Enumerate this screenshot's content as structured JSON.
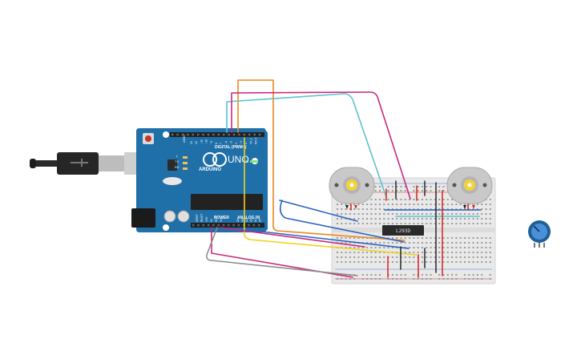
{
  "arduino": {
    "brand": "ARDUINO",
    "model": "UNO",
    "digital_label": "DIGITAL (PWM~)",
    "analog_label": "ANALOG IN",
    "power_label": "POWER",
    "aref_label": "AREF",
    "gnd_label": "GND",
    "tx_label": "TX",
    "rx_label": "RX",
    "l_label": "L",
    "on_label": "ON",
    "ioref_label": "IOREF",
    "reset_label": "RESET",
    "v33_label": "3.3V",
    "v5_label": "5V",
    "vin_label": "Vin",
    "digital_pins": [
      "13",
      "12",
      "~11",
      "~10",
      "~9",
      "8",
      "7",
      "~6",
      "~5",
      "4",
      "~3",
      "2",
      "TX 1",
      "RX 0"
    ],
    "analog_pins": [
      "A0",
      "A1",
      "A2",
      "A3",
      "A4",
      "A5"
    ]
  },
  "breadboard": {
    "chip_label": "L293D"
  },
  "components": {
    "motor_left": "dc-motor",
    "motor_right": "dc-motor",
    "potentiometer": "potentiometer",
    "usb_cable": "usb-cable"
  },
  "colors": {
    "board": "#1f6fa8",
    "wire_orange": "#e8891c",
    "wire_magenta": "#c8287e",
    "wire_cyan": "#5cc2cc",
    "wire_blue": "#2b63c0",
    "wire_yellow": "#f1d21b",
    "wire_gray": "#8c8c8c",
    "wire_red": "#d6302a",
    "wire_black": "#333333"
  }
}
